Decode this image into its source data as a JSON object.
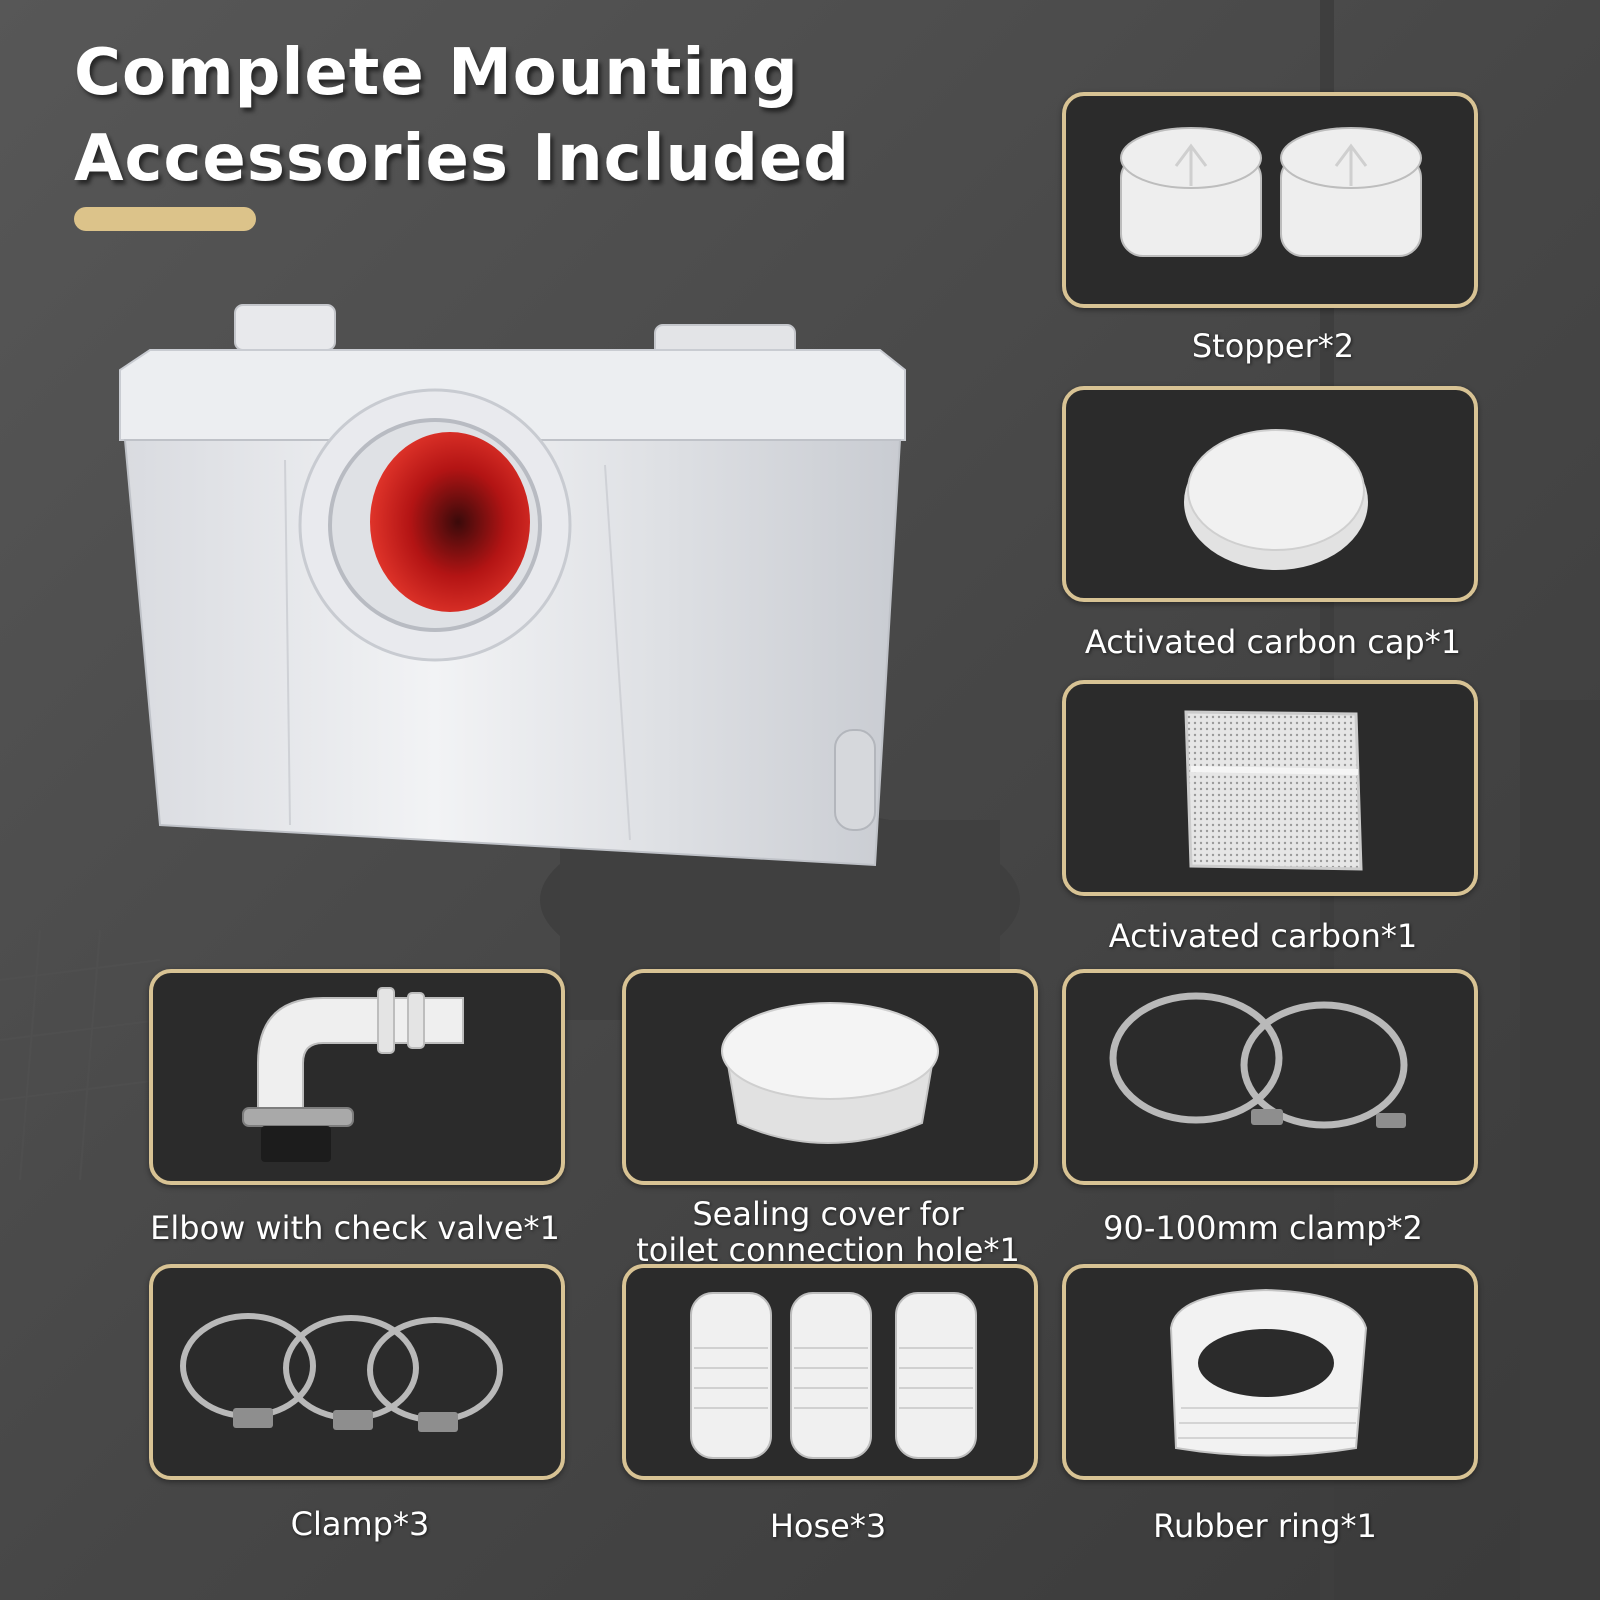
{
  "headline": {
    "line1": "Complete Mounting",
    "line2": "Accessories Included"
  },
  "colors": {
    "accent": "#dcc38a",
    "tile_border": "#d8c394",
    "tile_fill": "#2b2b2b",
    "background": "#4b4b4b"
  },
  "items": [
    {
      "label": "Stopper*2",
      "icon": "stopper-icon"
    },
    {
      "label": "Activated carbon cap*1",
      "icon": "carbon-cap-icon"
    },
    {
      "label": "Activated carbon*1",
      "icon": "carbon-bag-icon"
    },
    {
      "label": "Elbow with check valve*1",
      "icon": "elbow-icon"
    },
    {
      "label_line1": "Sealing cover for",
      "label_line2": "toilet connection hole*1",
      "icon": "sealing-cover-icon"
    },
    {
      "label": "90-100mm clamp*2",
      "icon": "clamp-icon"
    },
    {
      "label": "Clamp*3",
      "icon": "clamp-icon"
    },
    {
      "label": "Hose*3",
      "icon": "hose-icon"
    },
    {
      "label": "Rubber ring*1",
      "icon": "rubber-ring-icon"
    }
  ]
}
